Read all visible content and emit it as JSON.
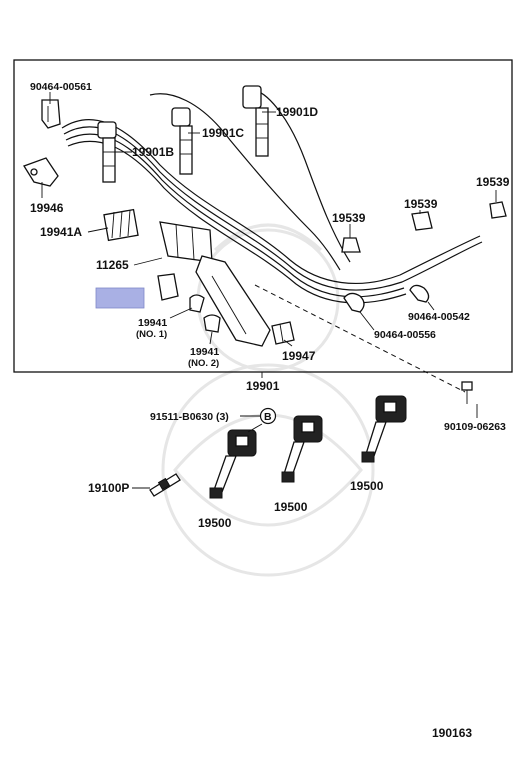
{
  "labels": {
    "clamp_00561": "90464-00561",
    "cord_d": "19901D",
    "cord_c": "19901C",
    "cord_b": "19901B",
    "bracket_19946": "19946",
    "holder_19941a": "19941A",
    "cover_11265": "11265",
    "clamp_19941_no1": "19941",
    "clamp_19941_no1_sub": "(NO. 1)",
    "clamp_19941_no2": "19941",
    "clamp_19941_no2_sub": "(NO. 2)",
    "holder_19947": "19947",
    "grommet_left": "19539",
    "grommet_mid": "19539",
    "grommet_right": "19539",
    "clamp_00542": "90464-00542",
    "clamp_00556": "90464-00556",
    "cord_set": "19901",
    "bolt_06263": "90109-06263",
    "bolt_b0630": "91511-B0630 (3)",
    "ref_b": "B",
    "spark_plug": "19100P",
    "coil_1": "19500",
    "coil_2": "19500",
    "coil_3": "19500",
    "diagram_id": "190163"
  },
  "colors": {
    "ink": "#111111",
    "highlight": "#a9b0e4",
    "watermark": "#e6e6e6"
  }
}
